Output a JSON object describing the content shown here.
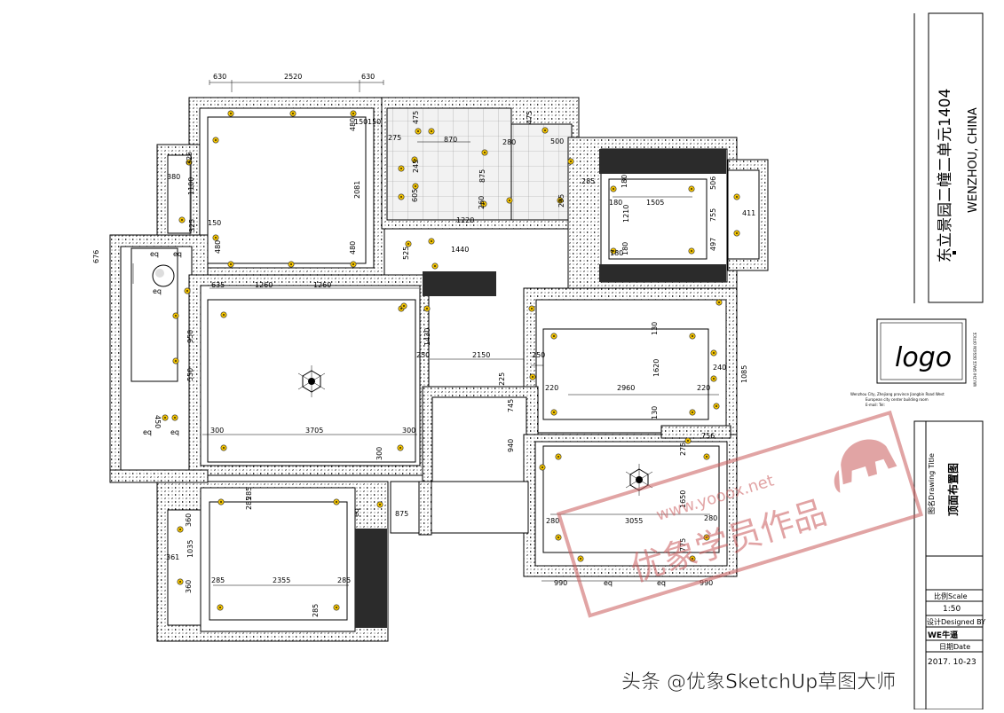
{
  "project": {
    "title_vertical": "东立景园二幢二单元1404",
    "subtitle_vertical": "WENZHOU, CHINA",
    "logo_text": "logo",
    "company_small": "WU ZHI SPACE DESIGN OFFICE",
    "address_lines": [
      "Wenzhou City, Zhejiang province Jiangbin Road West",
      "European city center building room",
      "E-mail:                    Tel:"
    ]
  },
  "titleblock": {
    "drawing_title_label": "图名Drawing Title",
    "drawing_title_value": "顶面布置图",
    "scale_label": "比例Scale",
    "scale_value": "1:50",
    "designer_label": "设计Designed BY",
    "designer_value": "WE牛逼",
    "date_label": "日期Date",
    "date_value": "2017. 10-23"
  },
  "watermark": {
    "url": "www.yooox.net",
    "cn": "优象学员作品",
    "footer": "头条 @优象SketchUp草图大师"
  },
  "dimensions": {
    "top": [
      "630",
      "2520",
      "630"
    ],
    "bedroom1": [
      "150",
      "480",
      "2081",
      "480",
      "150",
      "325",
      "1100",
      "380",
      "325",
      "150",
      "480"
    ],
    "kitchen": [
      "275",
      "475",
      "870",
      "245",
      "605",
      "875",
      "280",
      "260",
      "475",
      "500",
      "285",
      "295",
      "1220",
      "1440",
      "525"
    ],
    "bath": [
      "180",
      "1505",
      "180",
      "1210",
      "180",
      "180",
      "506",
      "755",
      "497",
      "411"
    ],
    "living": [
      "635",
      "1260",
      "1260",
      "950",
      "550",
      "1430",
      "3705",
      "300",
      "300",
      "300",
      "250",
      "2150",
      "250",
      "225",
      "745",
      "940"
    ],
    "left": [
      "676",
      "eq",
      "eq",
      "eq",
      "450",
      "eq",
      "eq"
    ],
    "bedroom2": [
      "130",
      "1620",
      "130",
      "220",
      "2960",
      "220",
      "240",
      "1085",
      "756"
    ],
    "bedroom3": [
      "275",
      "1650",
      "280",
      "3055",
      "280",
      "775",
      "990",
      "eq",
      "eq",
      "990"
    ],
    "bedroom4": [
      "285",
      "285",
      "360",
      "1035",
      "361",
      "360",
      "285",
      "2355",
      "285",
      "285",
      "eq",
      "875"
    ]
  }
}
